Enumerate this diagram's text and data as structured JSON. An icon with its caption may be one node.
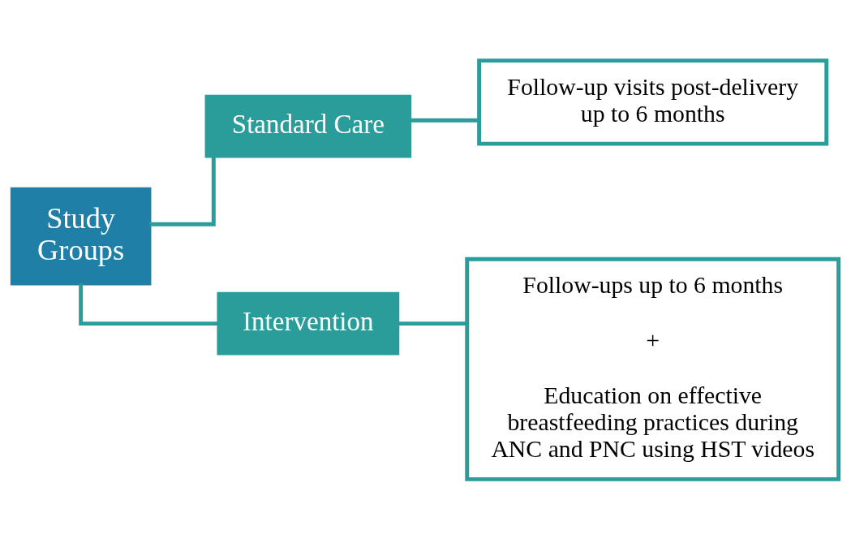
{
  "diagram": {
    "nodes": [
      {
        "text": [
          "Study Groups"
        ]
      },
      {
        "text": [
          "Standard Care"
        ]
      },
      {
        "text": [
          "Follow-up visits post-delivery up to 6 months"
        ]
      },
      {
        "text": [
          "Intervention"
        ]
      },
      {
        "text": [
          "Follow-ups up to 6 months",
          "+",
          "Education on effective breastfeeding practices during ANC and PNC using HST videos"
        ]
      }
    ],
    "edges": [
      {
        "from": 0,
        "to": 1,
        "arrow": "none"
      },
      {
        "from": 0,
        "to": 3,
        "arrow": "none"
      },
      {
        "from": 1,
        "to": 2,
        "arrow": "none"
      },
      {
        "from": 3,
        "to": 4,
        "arrow": "none"
      }
    ]
  }
}
